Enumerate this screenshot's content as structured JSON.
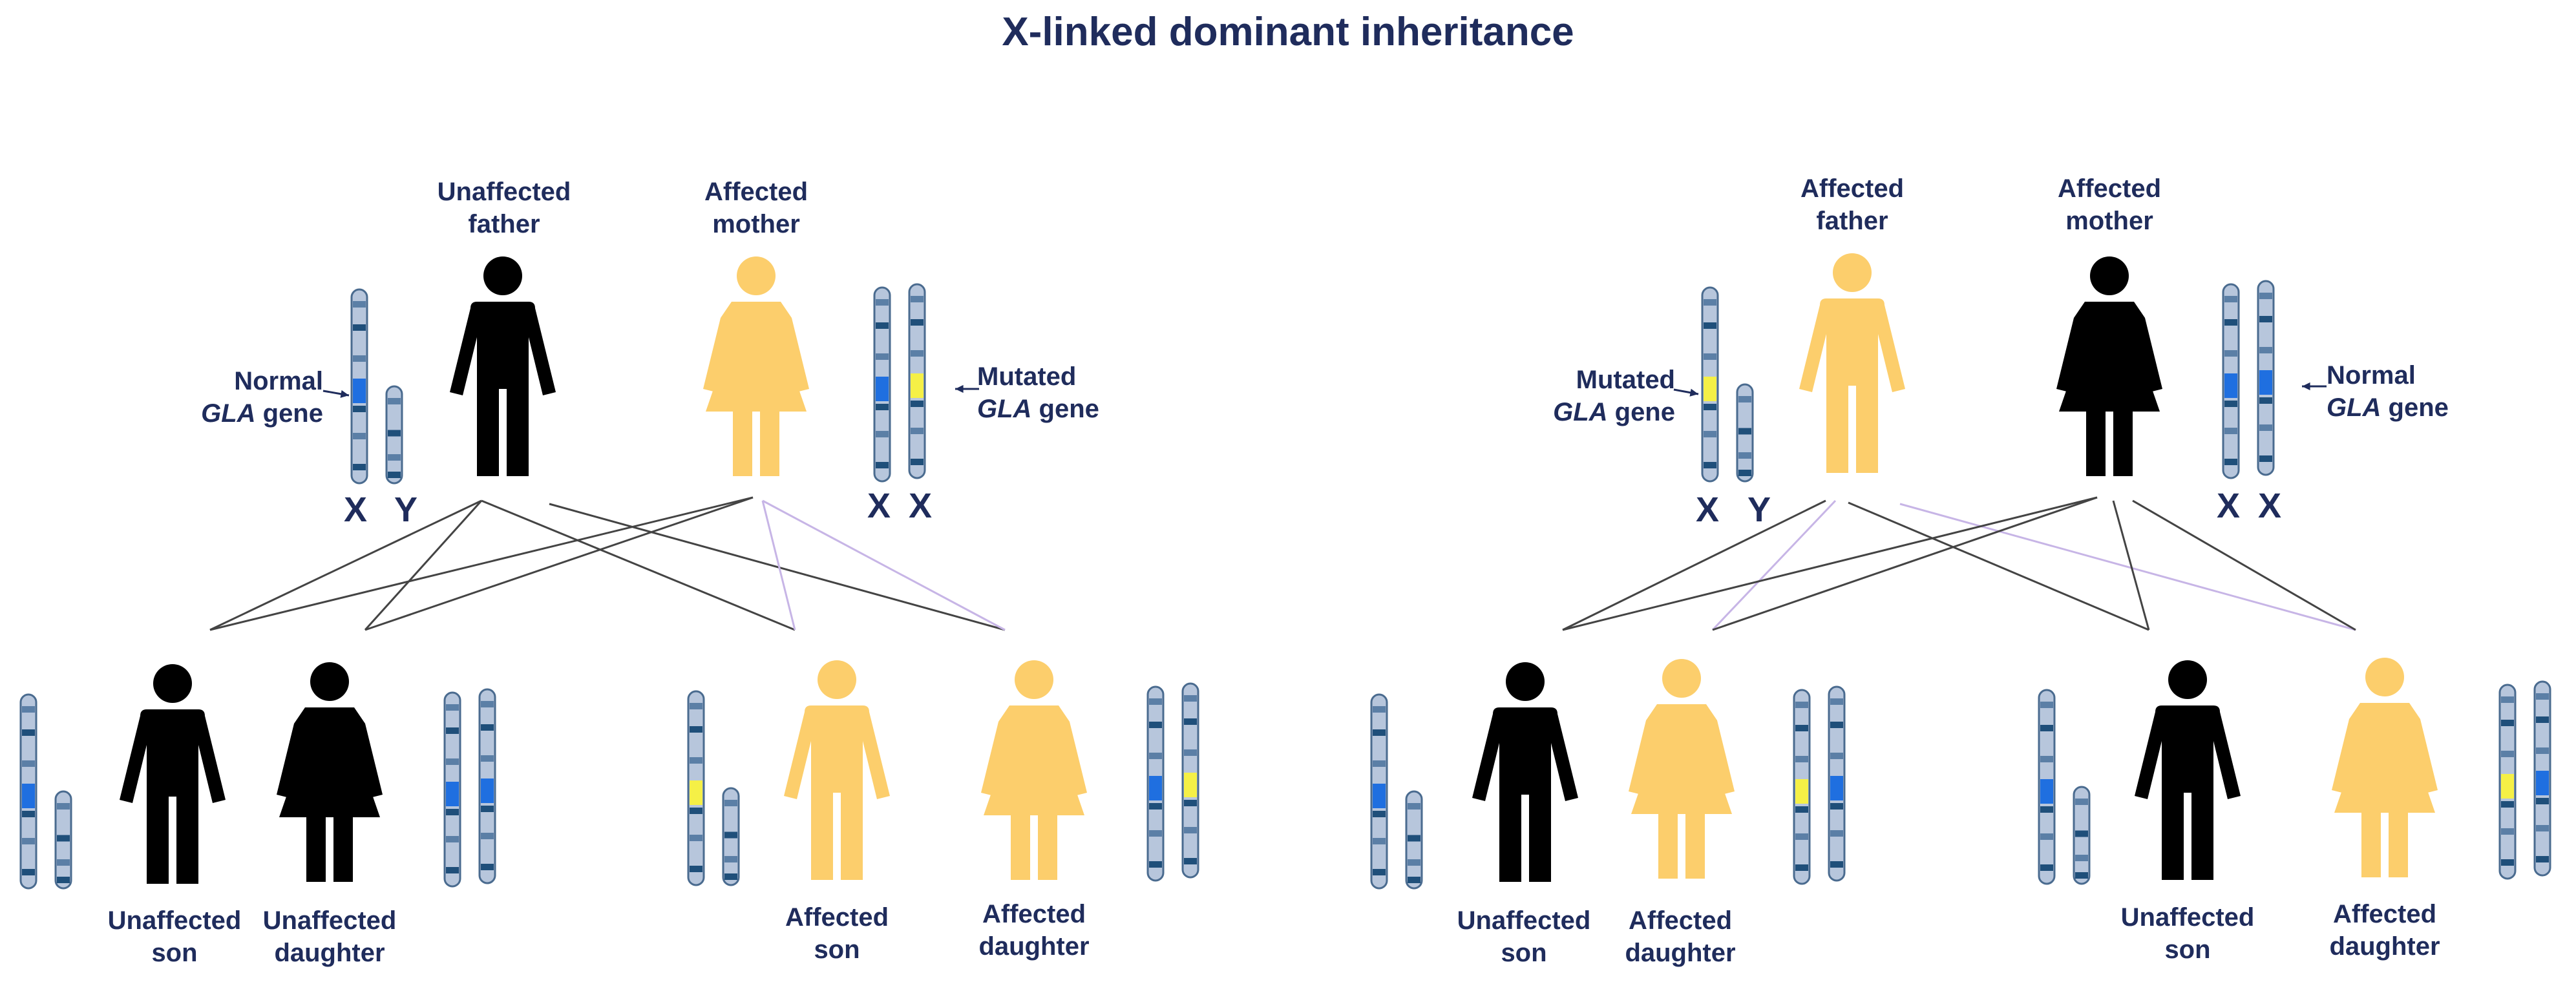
{
  "title": "X-linked dominant inheritance",
  "colors": {
    "affected": "#fcce6c",
    "unaffected": "#000000",
    "text": "#1f2c5c",
    "chrom_base": "#b7c6dc",
    "chrom_band": "#5b7fa6",
    "chrom_dark": "#1f4f7a",
    "normal_gene": "#1f6fe0",
    "mutated_gene": "#f5f046",
    "line_dark": "#444444",
    "line_light": "#c7b5e6"
  },
  "left_panel": {
    "father_label": [
      "Unaffected",
      "father"
    ],
    "mother_label": [
      "Affected",
      "mother"
    ],
    "father_gene_label": [
      "Normal",
      "GLA",
      " gene"
    ],
    "mother_gene_label": [
      "Mutated",
      "GLA",
      " gene"
    ],
    "father_chroms": [
      "X",
      "Y"
    ],
    "mother_chroms": [
      "X",
      "X"
    ],
    "children": [
      [
        "Unaffected",
        "son"
      ],
      [
        "Unaffected",
        "daughter"
      ],
      [
        "Affected",
        "son"
      ],
      [
        "Affected",
        "daughter"
      ]
    ]
  },
  "right_panel": {
    "father_label": [
      "Affected",
      "father"
    ],
    "mother_label": [
      "Affected",
      "mother"
    ],
    "father_gene_label": [
      "Mutated",
      "GLA",
      " gene"
    ],
    "mother_gene_label": [
      "Normal",
      "GLA",
      " gene"
    ],
    "father_chroms": [
      "X",
      "Y"
    ],
    "mother_chroms": [
      "X",
      "X"
    ],
    "children": [
      [
        "Unaffected",
        "son"
      ],
      [
        "Affected",
        "daughter"
      ],
      [
        "Unaffected",
        "son"
      ],
      [
        "Affected",
        "daughter"
      ]
    ]
  }
}
